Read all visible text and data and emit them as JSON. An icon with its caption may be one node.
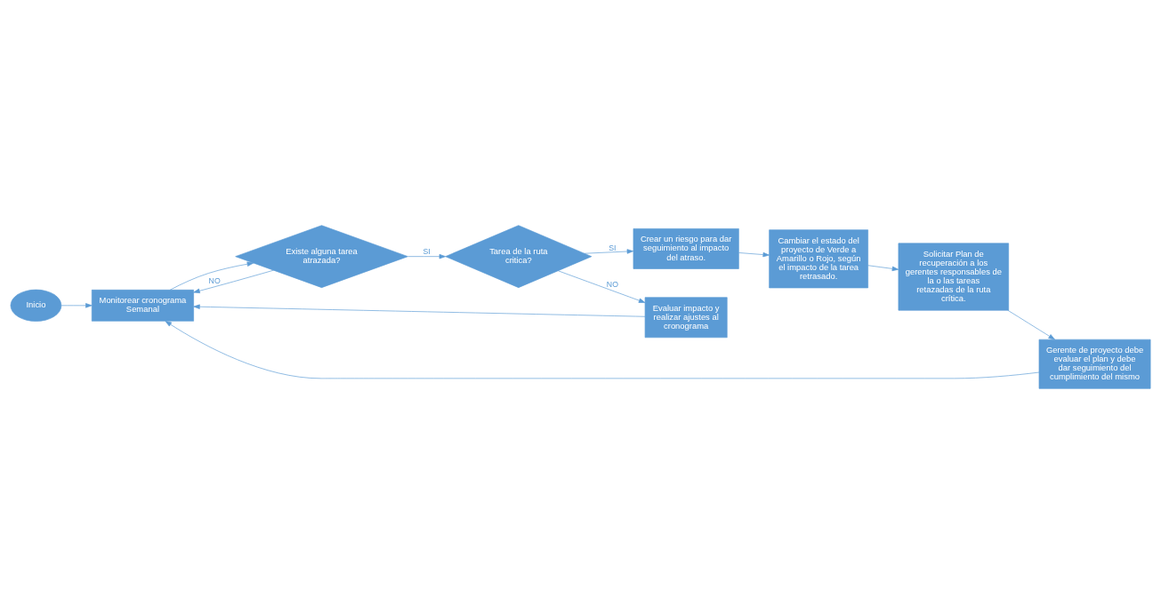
{
  "diagram": {
    "nodes": [
      {
        "text": [
          "Inicio"
        ]
      },
      {
        "text": [
          "Monitorear cronograma Semanal"
        ]
      },
      {
        "text": [
          "Existe alguna tarea atrazada?"
        ]
      },
      {
        "text": [
          "Tarea de la ruta critica?"
        ]
      },
      {
        "text": [
          "Evaluar impacto y realizar ajustes al cronograma"
        ]
      },
      {
        "text": [
          "Crear un riesgo para dar seguimiento al impacto del atraso."
        ]
      },
      {
        "text": [
          "Cambiar el estado del proyecto de Verde a Amarillo o Rojo, según el impacto de la tarea retrasado."
        ]
      },
      {
        "text": [
          "Solicitar Plan de recuperación a los gerentes responsables de la o las tareas retazadas de la ruta crítica."
        ]
      },
      {
        "text": [
          "Gerente de proyecto debe evaluar el plan y debe dar seguimiento del cumplimiento del mismo"
        ]
      }
    ],
    "edges": [
      {
        "from": 0,
        "to": 1,
        "arrow": "to"
      },
      {
        "from": 1,
        "to": 2,
        "arrow": "to"
      },
      {
        "from": 2,
        "to": 3,
        "arrow": "to",
        "label": "SI"
      },
      {
        "from": 2,
        "to": 1,
        "arrow": "to",
        "label": "NO"
      },
      {
        "from": 3,
        "to": 5,
        "arrow": "to",
        "label": "SI"
      },
      {
        "from": 3,
        "to": 4,
        "arrow": "to",
        "label": "NO"
      },
      {
        "from": 4,
        "to": 1,
        "arrow": "to"
      },
      {
        "from": 5,
        "to": 6,
        "arrow": "to"
      },
      {
        "from": 6,
        "to": 7,
        "arrow": "to"
      },
      {
        "from": 7,
        "to": 8,
        "arrow": "to"
      },
      {
        "from": 8,
        "to": 1,
        "arrow": "to"
      }
    ]
  }
}
